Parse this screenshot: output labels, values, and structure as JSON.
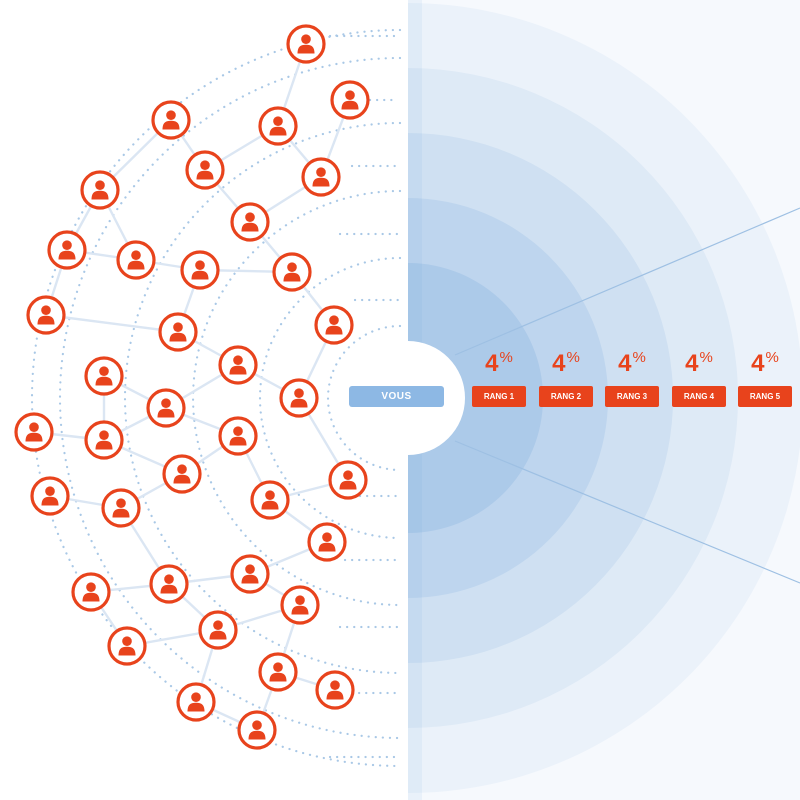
{
  "center": {
    "label": "VOUS"
  },
  "ranks": [
    {
      "value": "4",
      "unit": "%",
      "label": "RANG 1"
    },
    {
      "value": "4",
      "unit": "%",
      "label": "RANG 2"
    },
    {
      "value": "4",
      "unit": "%",
      "label": "RANG 3"
    },
    {
      "value": "4",
      "unit": "%",
      "label": "RANG 4"
    },
    {
      "value": "4",
      "unit": "%",
      "label": "RANG 5"
    }
  ],
  "icons": {
    "person": "person-icon"
  },
  "colors": {
    "accent_orange": "#e8431c",
    "vous_blue": "#8db8e4",
    "link_line": "#dbe6f3",
    "dotted_arc": "#a9c8e6",
    "ring_blue": "#5f9ad6"
  }
}
